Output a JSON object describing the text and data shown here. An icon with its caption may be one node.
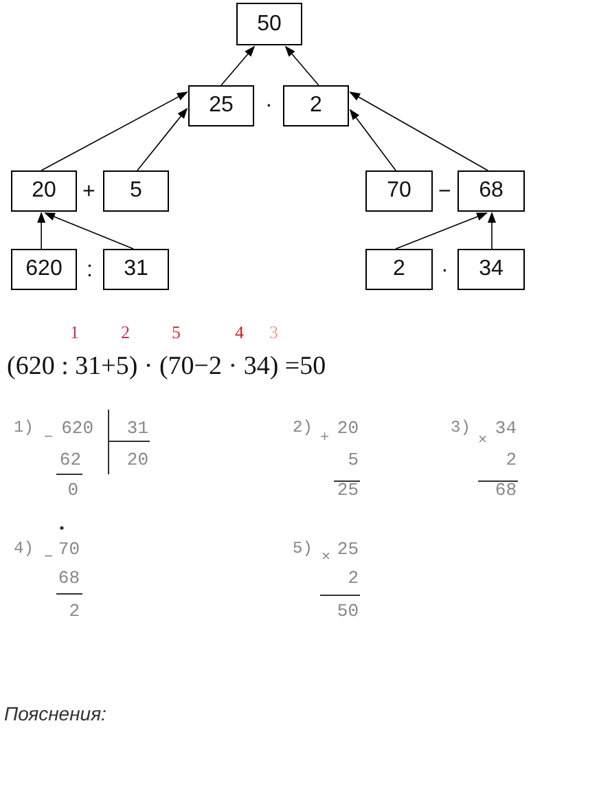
{
  "diagram": {
    "nodes": [
      {
        "text": [
          "50"
        ]
      },
      {
        "text": [
          "25"
        ]
      },
      {
        "text": [
          "2"
        ]
      },
      {
        "text": [
          "20"
        ]
      },
      {
        "text": [
          "5"
        ]
      },
      {
        "text": [
          "70"
        ]
      },
      {
        "text": [
          "68"
        ]
      },
      {
        "text": [
          "620"
        ]
      },
      {
        "text": [
          "31"
        ]
      },
      {
        "text": [
          "2"
        ]
      },
      {
        "text": [
          "34"
        ]
      }
    ],
    "edges": [
      {
        "from": 1,
        "to": 0,
        "arrow": "to"
      },
      {
        "from": 2,
        "to": 0,
        "arrow": "to"
      },
      {
        "from": 3,
        "to": 1,
        "arrow": "to"
      },
      {
        "from": 4,
        "to": 1,
        "arrow": "to"
      },
      {
        "from": 5,
        "to": 2,
        "arrow": "to"
      },
      {
        "from": 6,
        "to": 2,
        "arrow": "to"
      },
      {
        "from": 7,
        "to": 3,
        "arrow": "to"
      },
      {
        "from": 8,
        "to": 3,
        "arrow": "to"
      },
      {
        "from": 9,
        "to": 6,
        "arrow": "to"
      },
      {
        "from": 10,
        "to": 6,
        "arrow": "to"
      }
    ],
    "labels": [
      "·",
      "+",
      "−",
      ":",
      "·",
      "1",
      "2",
      "5",
      "4",
      "3",
      "(620 : 31+5) · (70−2 · 34) =50",
      "1)",
      "−",
      "620",
      "31",
      "62",
      "20",
      "0",
      "2)",
      "+",
      "20",
      "5",
      "25",
      "3)",
      "×",
      "34",
      "2",
      "68",
      "4)",
      "−",
      "70",
      "68",
      "2",
      "5)",
      "×",
      "25",
      "2",
      "50",
      "Пояснения:"
    ]
  }
}
